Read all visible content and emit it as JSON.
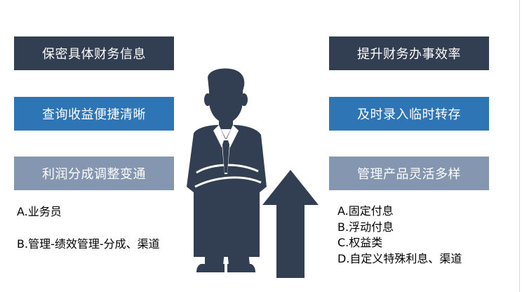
{
  "left_boxes": [
    {
      "label": "保密具体财务信息",
      "color": "#323e51"
    },
    {
      "label": "查询收益便捷清晰",
      "color": "#2e75b6"
    },
    {
      "label": "利润分成调整变通",
      "color": "#8496b0"
    }
  ],
  "right_boxes": [
    {
      "label": "提升财务办事效率",
      "color": "#323e51"
    },
    {
      "label": "及时录入临时转存",
      "color": "#2e75b6"
    },
    {
      "label": "管理产品灵活多样",
      "color": "#8496b0"
    }
  ],
  "left_list": [
    "A.业务员",
    "B.管理-绩效管理-分成、渠道"
  ],
  "right_list": [
    "A.固定付息",
    "B.浮动付息",
    "C.权益类",
    "D.自定义特殊利息、渠道"
  ],
  "icons": {
    "figure": "businessman-icon",
    "arrow": "up-arrow-icon"
  },
  "figure_color": "#323e51"
}
